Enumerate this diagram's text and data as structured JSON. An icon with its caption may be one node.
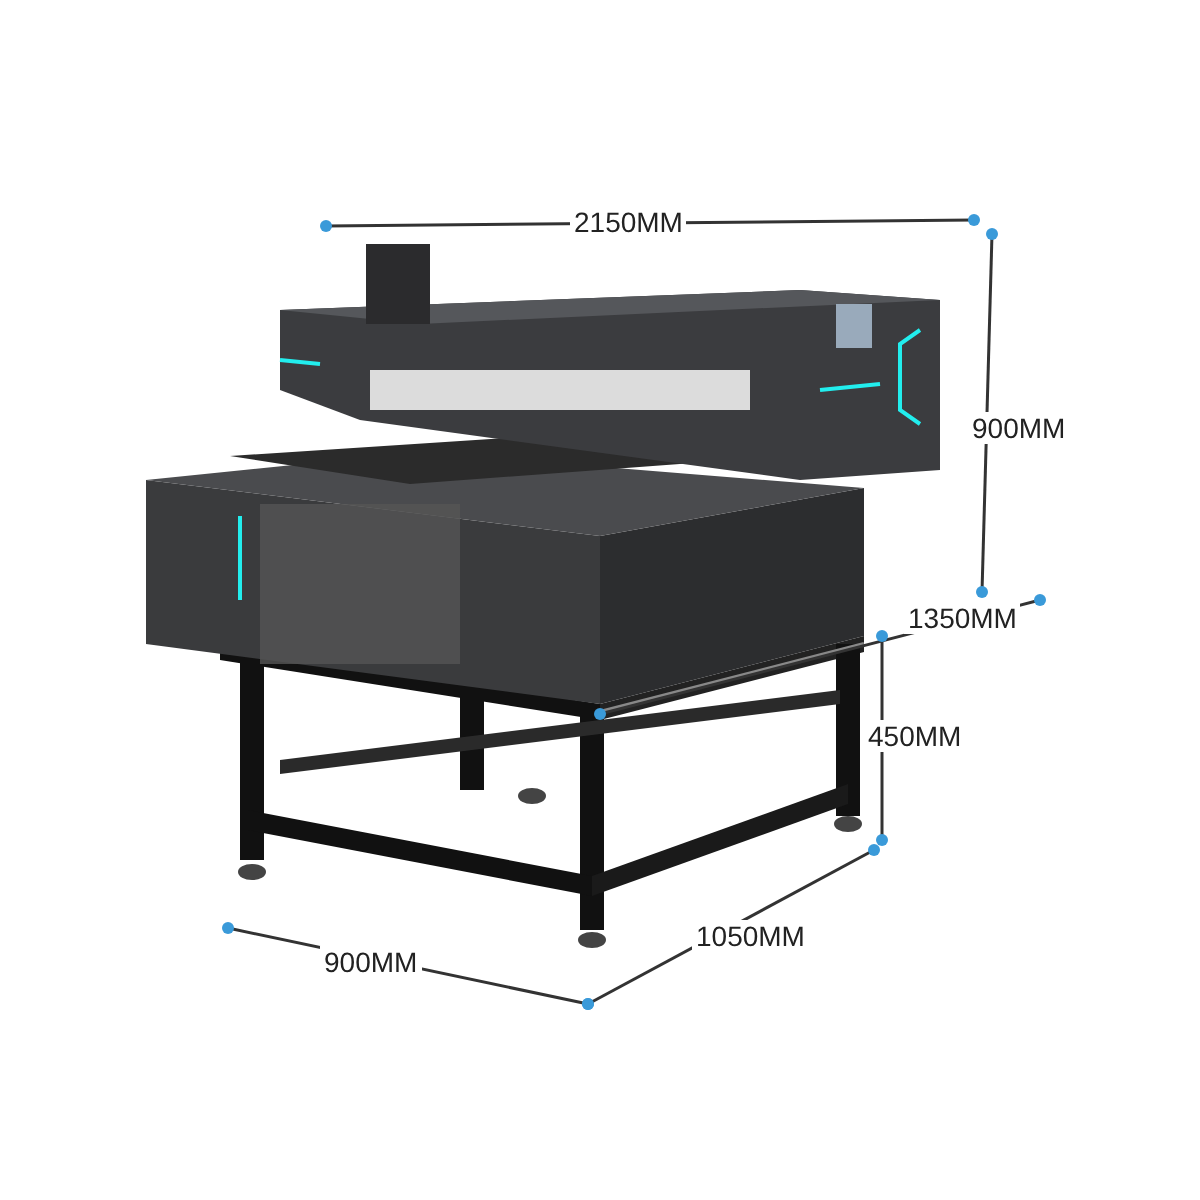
{
  "diagram": {
    "labels": [
      "2150MM",
      "900MM",
      "1350MM",
      "450MM",
      "900MM",
      "1050MM"
    ]
  }
}
